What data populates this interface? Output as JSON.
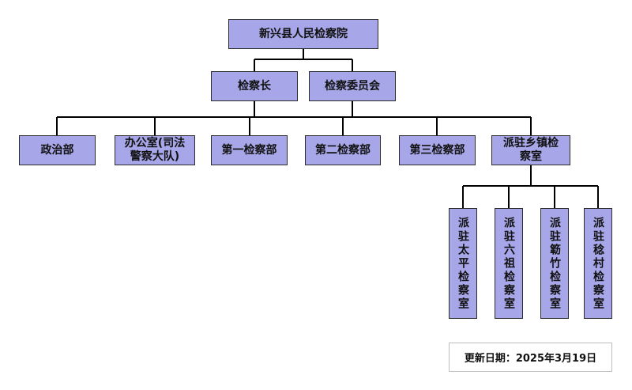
{
  "org": {
    "root": "新兴县人民检察院",
    "level2": [
      "检察长",
      "检察委员会"
    ],
    "departments": [
      "政治部",
      "办公室(司法警察大队)",
      "第一检察部",
      "第二检察部",
      "第三检察部",
      "派驻乡镇检察室"
    ],
    "sub_offices": [
      "派驻太平检察室",
      "派驻六祖检察室",
      "派驻簕竹检察室",
      "派驻稔村检察室"
    ]
  },
  "colors": {
    "box_fill": "#a6a6e8",
    "box_border": "#2b2b2b",
    "line": "#000000"
  },
  "footer": {
    "update_text": "更新日期：2025年3月19日"
  }
}
